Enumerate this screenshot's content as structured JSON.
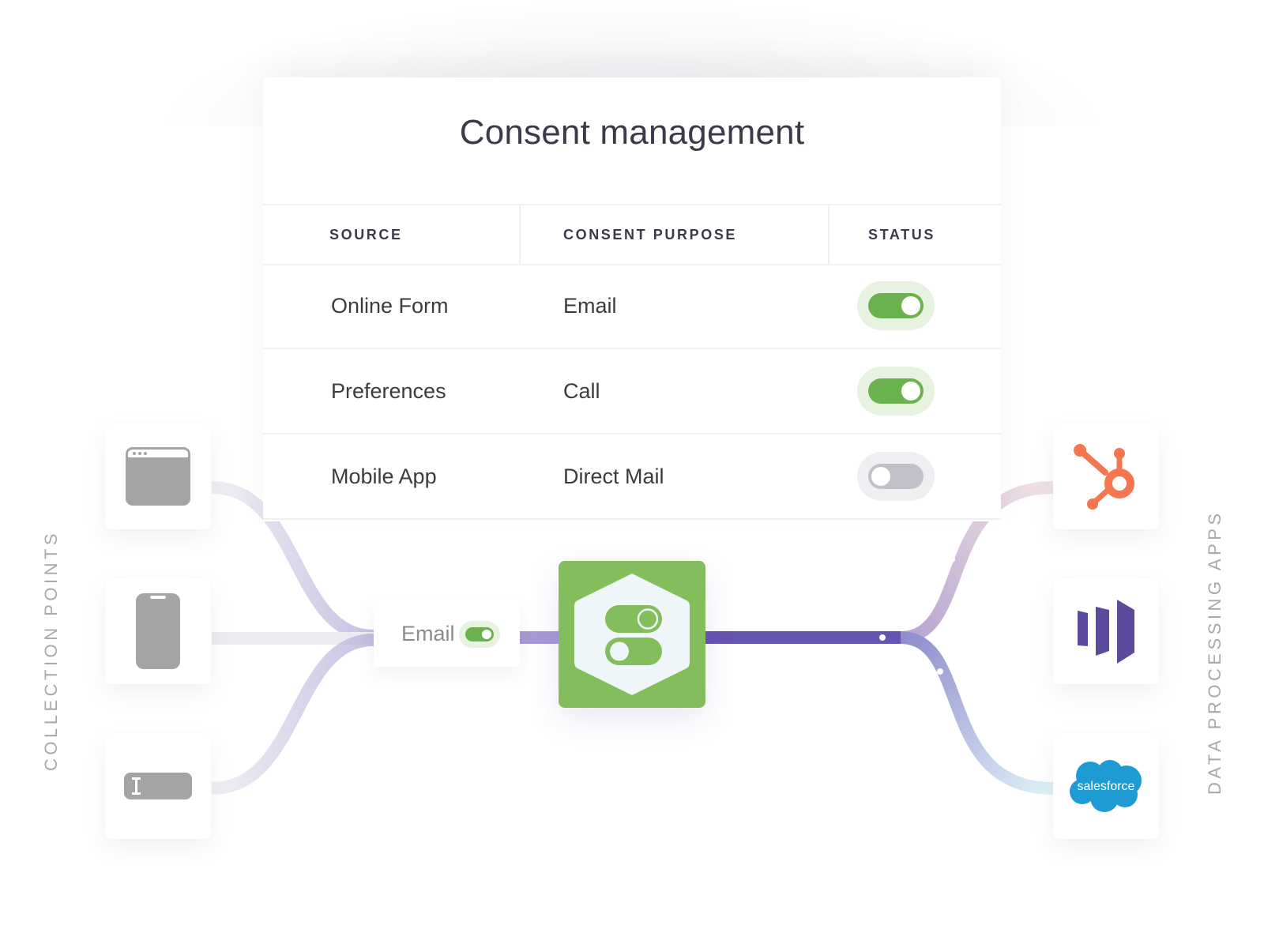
{
  "card": {
    "title": "Consent management",
    "columns": [
      "SOURCE",
      "CONSENT PURPOSE",
      "STATUS"
    ],
    "rows": [
      {
        "source": "Online Form",
        "purpose": "Email",
        "status": "on"
      },
      {
        "source": "Preferences",
        "purpose": "Call",
        "status": "on"
      },
      {
        "source": "Mobile App",
        "purpose": "Direct Mail",
        "status": "off"
      }
    ]
  },
  "left_label": "COLLECTION POINTS",
  "right_label": "DATA PROCESSING APPS",
  "collection_points": [
    {
      "icon": "browser-window-icon"
    },
    {
      "icon": "mobile-phone-icon"
    },
    {
      "icon": "text-input-icon"
    }
  ],
  "apps": [
    {
      "icon": "hubspot-logo-icon",
      "color": "#f37650"
    },
    {
      "icon": "marketo-logo-icon",
      "color": "#5b4a9e"
    },
    {
      "icon": "salesforce-logo-icon",
      "color": "#1f9bd3",
      "text": "salesforce"
    }
  ],
  "email_chip": {
    "label": "Email",
    "toggle": "on"
  },
  "hub": {
    "icon": "consent-toggles-hexagon-icon",
    "color": "#84bd5c"
  },
  "colors": {
    "accent_green": "#6bb24e",
    "flow_purple": "#6654b1",
    "text_dark": "#3b3a4a",
    "icon_gray": "#a3a4a6"
  }
}
